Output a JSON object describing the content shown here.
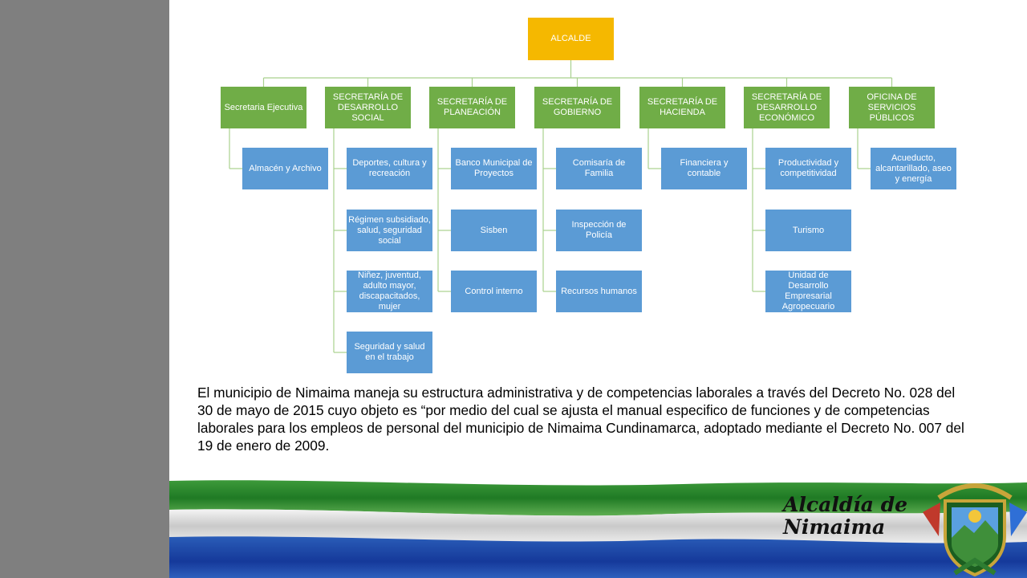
{
  "org_chart": {
    "root": "ALCALDE",
    "departments": [
      {
        "name": "Secretaria Ejecutiva",
        "units": [
          "Almacén y Archivo"
        ]
      },
      {
        "name": "SECRETARÍA DE DESARROLLO SOCIAL",
        "units": [
          "Deportes, cultura y recreación",
          "Régimen subsidiado, salud, seguridad social",
          "Niñez, juventud, adulto mayor, discapacitados, mujer",
          "Seguridad y salud en el trabajo"
        ]
      },
      {
        "name": "SECRETARÍA DE PLANEACIÓN",
        "units": [
          "Banco Municipal de Proyectos",
          "Sisben",
          "Control interno"
        ]
      },
      {
        "name": "SECRETARÍA DE GOBIERNO",
        "units": [
          "Comisaría de Familia",
          "Inspección de Policía",
          "Recursos humanos"
        ]
      },
      {
        "name": "SECRETARÍA DE HACIENDA",
        "units": [
          "Financiera y contable"
        ]
      },
      {
        "name": "SECRETARÍA DE DESARROLLO ECONÓMICO",
        "units": [
          "Productividad y competitividad",
          "Turismo",
          "Unidad de Desarrollo Empresarial Agropecuario"
        ]
      },
      {
        "name": "OFICINA DE SERVICIOS PÚBLICOS",
        "units": [
          "Acueducto, alcantarillado, aseo y energía"
        ]
      }
    ]
  },
  "description": "El municipio  de Nimaima  maneja su estructura administrativa  y de competencias laborales a través del Decreto No. 028 del 30 de mayo de 2015 cuyo objeto es “por medio del cual se ajusta el manual  especifico de funciones  y de competencias  laborales para los empleos de personal del municipio  de Nimaima Cundinamarca,  adoptado mediante el Decreto No. 007 del 19 de enero de 2009.",
  "branding": {
    "line1": "Alcaldía de",
    "line2": "Nimaima"
  },
  "colors": {
    "root": "#f5b800",
    "department": "#70ad47",
    "unit": "#5b9bd5",
    "connector": "#a9d18e",
    "sidebar": "#7f7f7f"
  }
}
